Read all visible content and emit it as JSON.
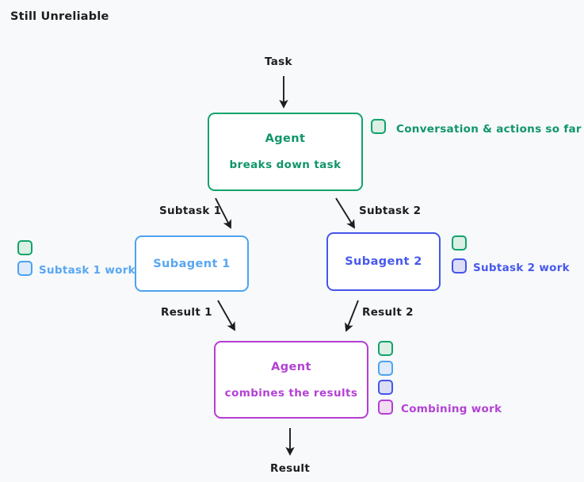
{
  "page": {
    "title": "Still Unreliable",
    "background_color": "#f7f9fb"
  },
  "colors": {
    "green": "#11a36b",
    "green_fill": "#dcefe4",
    "blue": "#4da3f0",
    "blue_fill": "#dfeafa",
    "indigo": "#4555ea",
    "indigo_fill": "#dcdef6",
    "purple": "#b53ed2",
    "purple_fill": "#f1dcf4",
    "text": "#1d1d1f"
  },
  "nodes": {
    "agent_breaks": {
      "line1": "Agent",
      "line2": "breaks down task",
      "color": "#11a36b"
    },
    "subagent_1": {
      "line1": "Subagent 1",
      "color": "#4da3f0"
    },
    "subagent_2": {
      "line1": "Subagent 2",
      "color": "#4555ea"
    },
    "agent_combines": {
      "line1": "Agent",
      "line2": "combines the results",
      "color": "#b53ed2"
    }
  },
  "edges": {
    "task": "Task",
    "subtask_1": "Subtask 1",
    "subtask_2": "Subtask 2",
    "result_1": "Result 1",
    "result_2": "Result 2",
    "result": "Result"
  },
  "legend": {
    "conversation": {
      "label": "Conversation & actions so far",
      "swatch": "green-swatch-icon",
      "color": "#10956a"
    },
    "subtask_1_work": {
      "label": "Subtask 1 work",
      "swatches": [
        "green-swatch-icon",
        "blue-swatch-icon"
      ],
      "color": "#59a7f2"
    },
    "subtask_2_work": {
      "label": "Subtask 2 work",
      "swatches": [
        "green-swatch-icon",
        "indigo-swatch-icon"
      ],
      "color": "#4858ec"
    },
    "combining_work": {
      "label": "Combining work",
      "swatches": [
        "green-swatch-icon",
        "blue-swatch-icon",
        "indigo-swatch-icon",
        "purple-swatch-icon"
      ],
      "color": "#b341d4"
    }
  }
}
